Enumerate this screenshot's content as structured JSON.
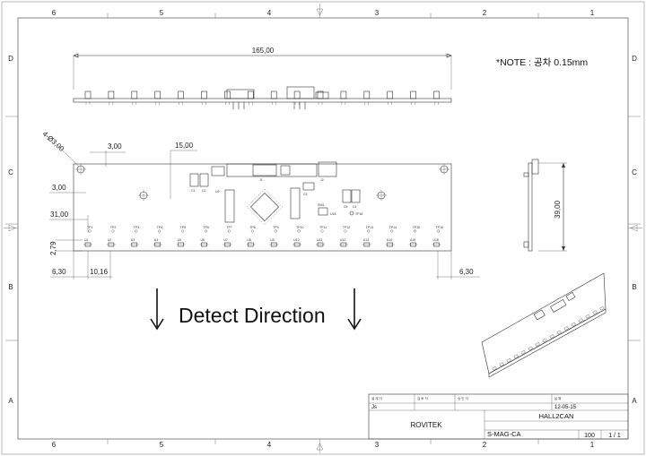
{
  "frame": {
    "columns": [
      "6",
      "5",
      "4",
      "3",
      "2",
      "1"
    ],
    "rows": [
      "D",
      "C",
      "B",
      "A"
    ]
  },
  "note": "*NOTE : 공차 0.15mm",
  "dimensions": {
    "overall_width": "165,00",
    "hole_offset_x": "3,00",
    "hole_offset_y": "3,00",
    "hole_spec": "4-Ø3,00",
    "second_hole_x": "15,00",
    "first_sensor_x": "31,00",
    "sensor_row_y": "2,79",
    "left_pad": "6,30",
    "pitch": "10,16",
    "right_pad": "6,30",
    "board_height": "39,00"
  },
  "test_points": [
    "TP1",
    "TP2",
    "TP3",
    "TP4",
    "TP5",
    "TP6",
    "TP7",
    "TP8",
    "TP9",
    "TP10",
    "TP11",
    "TP12",
    "TP13",
    "TP14",
    "TP15",
    "TP16"
  ],
  "sensors": [
    "U1",
    "U2",
    "U3",
    "U4",
    "U5",
    "U6",
    "U7",
    "U8",
    "U9",
    "U10",
    "U11",
    "U12",
    "U13",
    "U14",
    "U15",
    "U16"
  ],
  "pcb_labels": {
    "c1": "C1",
    "c2": "C2",
    "c3": "C3",
    "c4": "C4",
    "c5": "C5",
    "u_left": "U9",
    "u_mid": "U18",
    "tp_right": "TP18",
    "sw": "SW1",
    "j1": "J1",
    "j2": "J2"
  },
  "detect_direction": "Detect Direction",
  "title_block": {
    "designer_label": "설 계 자",
    "checker_label": "검 토 자",
    "approver_label": "승 인 자",
    "date_label": "날 짜",
    "designer": "Js",
    "date": "12-05-15",
    "company": "ROVITEK",
    "title": "HALL2CAN",
    "drawing_no": "S-MAG-CA",
    "scale": "100",
    "sheet": "1 / 1"
  }
}
